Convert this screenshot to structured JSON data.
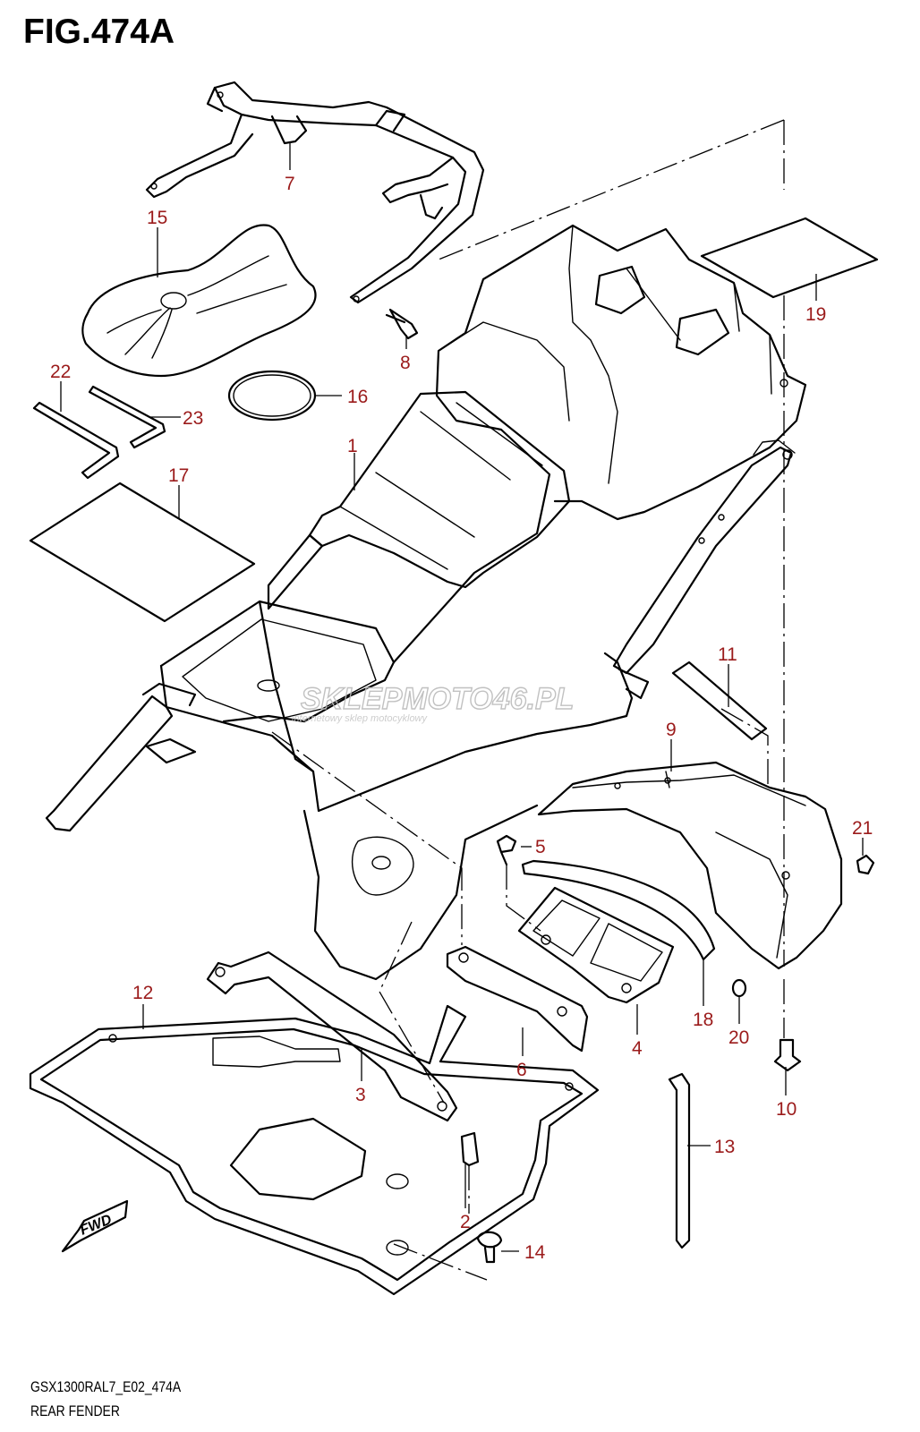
{
  "figure": {
    "title": "FIG.474A",
    "code": "GSX1300RAL7_E02_474A",
    "name": "REAR FENDER"
  },
  "watermark": {
    "brand": "SKLEPMOTO46.PL",
    "tagline": "internetowy sklep motocyklowy"
  },
  "fwd_label": "FWD",
  "callouts": [
    {
      "id": "c1",
      "label": "1"
    },
    {
      "id": "c2",
      "label": "2"
    },
    {
      "id": "c3",
      "label": "3"
    },
    {
      "id": "c4",
      "label": "4"
    },
    {
      "id": "c5",
      "label": "5"
    },
    {
      "id": "c6",
      "label": "6"
    },
    {
      "id": "c7",
      "label": "7"
    },
    {
      "id": "c8",
      "label": "8"
    },
    {
      "id": "c9",
      "label": "9"
    },
    {
      "id": "c10",
      "label": "10"
    },
    {
      "id": "c11",
      "label": "11"
    },
    {
      "id": "c12",
      "label": "12"
    },
    {
      "id": "c13",
      "label": "13"
    },
    {
      "id": "c14",
      "label": "14"
    },
    {
      "id": "c15",
      "label": "15"
    },
    {
      "id": "c16",
      "label": "16"
    },
    {
      "id": "c17",
      "label": "17"
    },
    {
      "id": "c18",
      "label": "18"
    },
    {
      "id": "c19",
      "label": "19"
    },
    {
      "id": "c20",
      "label": "20"
    },
    {
      "id": "c21",
      "label": "21"
    },
    {
      "id": "c22",
      "label": "22"
    },
    {
      "id": "c23",
      "label": "23"
    }
  ],
  "colors": {
    "callout_text": "#9b1b1b",
    "line": "#000000",
    "watermark": "#bbbbbb"
  }
}
